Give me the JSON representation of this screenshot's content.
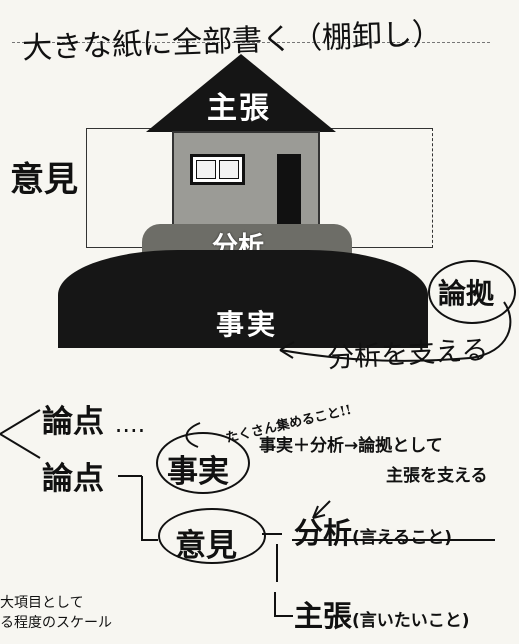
{
  "header_note": "大きな紙に全部書く（棚卸し）",
  "house": {
    "roof_label": "主張",
    "opinion_label": "意見",
    "analysis_label": "分析",
    "fact_label": "事実",
    "evidence_label": "論拠",
    "support_note": "分析を支える"
  },
  "tree": {
    "points": [
      {
        "label": "論点",
        "suffix": "...."
      },
      {
        "label": "論点",
        "suffix": ""
      }
    ],
    "fact_node": "事実",
    "opinion_node": "意見",
    "many_note": "たくさん集めること!!",
    "fact_analysis_note_line1": "事実＋分析→論拠として",
    "fact_analysis_note_line2": "主張を支える",
    "analysis_node": {
      "label": "分析",
      "detail": "(言えること)"
    },
    "claim_node": {
      "label": "主張",
      "detail": "(言いたいこと)"
    }
  },
  "bottom_note": {
    "line1": "大項目として",
    "line2": "る程度のスケール"
  }
}
